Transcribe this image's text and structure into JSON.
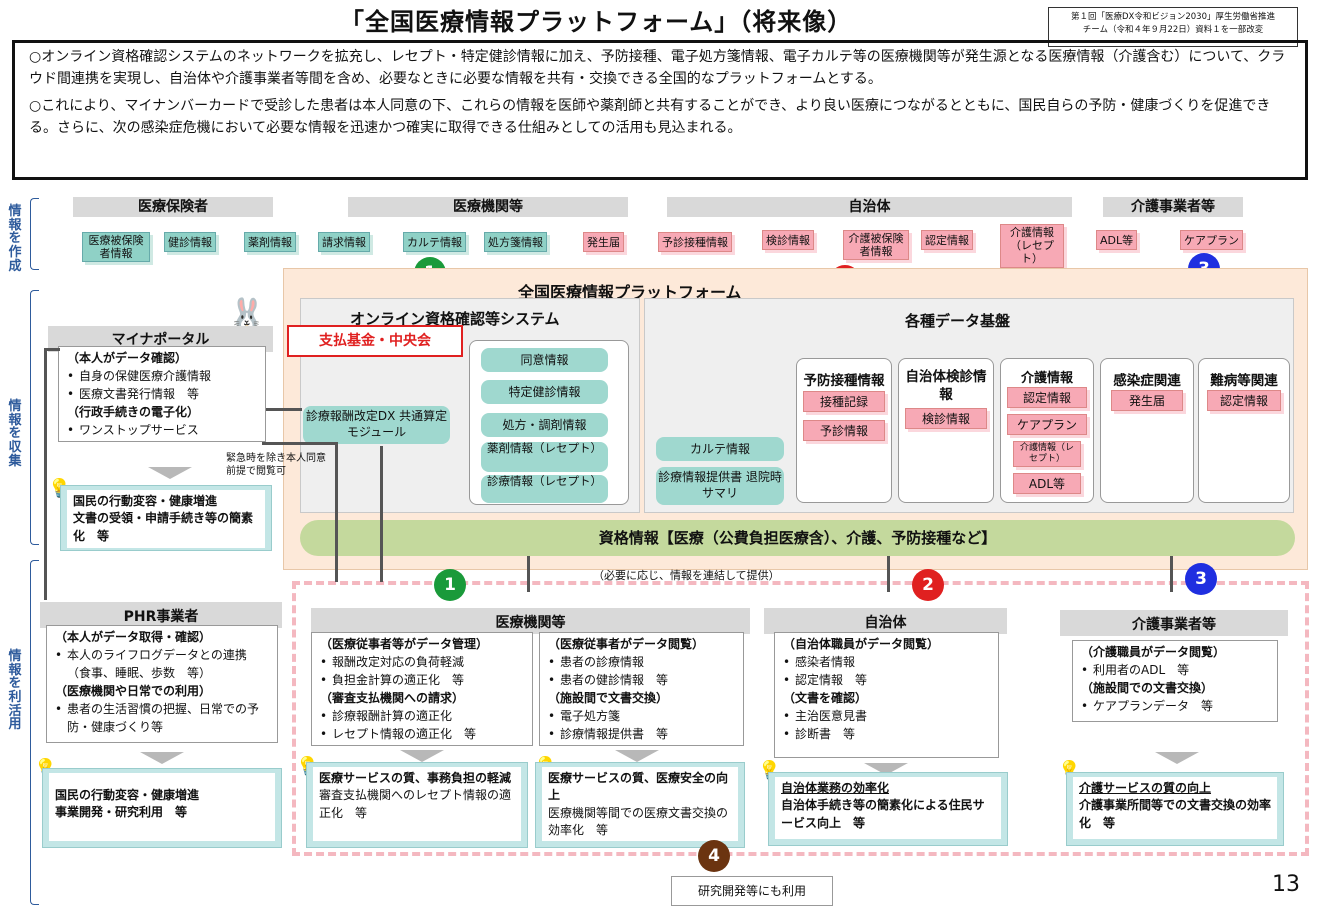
{
  "title": "「全国医療情報プラットフォーム」（将来像）",
  "meta": {
    "line1": "第１回「医療DX令和ビジョン2030」厚生労働省推進",
    "line2": "チーム（令和４年９月22日）資料１を一部改変"
  },
  "intro": {
    "p1": "○オンライン資格確認システムのネットワークを拡充し、レセプト・特定健診情報に加え、予防接種、電子処方箋情報、電子カルテ等の医療機関等が発生源となる医療情報（介護含む）について、クラウド間連携を実現し、自治体や介護事業者等間を含め、必要なときに必要な情報を共有・交換できる全国的なプラットフォームとする。",
    "p2": "○これにより、マイナンバーカードで受診した患者は本人同意の下、これらの情報を医師や薬剤師と共有することができ、より良い医療につながるとともに、国民自らの予防・健康づくりを促進できる。さらに、次の感染症危機において必要な情報を迅速かつ確実に取得できる仕組みとしての活用も見込まれる。"
  },
  "side": {
    "create": "情報を作成",
    "collect": "情報を収集",
    "use": "情報を利活用"
  },
  "sources": {
    "insurer": "医療保険者",
    "medical": "医療機関等",
    "local": "自治体",
    "care": "介護事業者等"
  },
  "tags": {
    "t1": "医療被保険者情報",
    "t2": "健診情報",
    "t3": "薬剤情報",
    "t4": "請求情報",
    "t5": "カルテ情報",
    "t6": "処方箋情報",
    "t7": "発生届",
    "p1": "予診接種情報",
    "p2": "検診情報",
    "p3": "介護被保険者情報",
    "p4": "認定情報",
    "p5": "介護情報（レセプト）",
    "c1": "ADL等",
    "c2": "ケアプラン"
  },
  "nums": {
    "n1": "1",
    "n2": "2",
    "n3": "3",
    "n4": "4"
  },
  "platform": {
    "title": "全国医療情報プラットフォーム",
    "online": "オンライン資格確認等システム",
    "fund": "支払基金・中央会",
    "module": "診療報酬改定DX 共通算定モジュール",
    "cyl": [
      "同意情報",
      "特定健診情報",
      "処方・調剤情報",
      "薬剤情報（レセプト）",
      "診療情報（レセプト）"
    ],
    "karte": "カルテ情報",
    "summary": "診療情報提供書 退院時サマリ",
    "base": "各種データ基盤",
    "b1": {
      "h": "予防接種情報",
      "a": "接種記録",
      "b": "予診情報"
    },
    "b2": {
      "h": "自治体検診情報",
      "a": "検診情報"
    },
    "b3": {
      "h": "介護情報",
      "a": "認定情報",
      "b": "ケアプラン",
      "c": "介護情報（レセプト）",
      "d": "ADL等"
    },
    "b4": {
      "h": "感染症関連",
      "a": "発生届"
    },
    "b5": {
      "h": "難病等関連",
      "a": "認定情報"
    },
    "qual": "資格情報【医療（公費負担医療含）、介護、予防接種など】",
    "note": "（必要に応じ、情報を連結して提供）"
  },
  "portal": {
    "title": "マイナポータル",
    "h1": "（本人がデータ確認）",
    "i1": "自身の保健医療介護情報",
    "i2": "医療文書発行情報　等",
    "h2": "（行政手続きの電子化）",
    "i3": "ワンストップサービス",
    "ben1": "国民の行動変容・健康増進",
    "ben2": "文書の受領・申請手続き等の簡素化　等",
    "emerg": "緊急時を除き本人同意前提で閲覧可"
  },
  "phr": {
    "title": "PHR事業者",
    "h1": "（本人がデータ取得・確認）",
    "i1": "本人のライフログデータとの連携（食事、睡眠、歩数　等）",
    "h2": "（医療機関や日常での利用）",
    "i2": "患者の生活習慣の把握、日常での予防・健康づくり等",
    "ben1": "国民の行動変容・健康増進",
    "ben2": "事業開発・研究利用　等"
  },
  "med": {
    "title": "医療機関等",
    "h1": "（医療従事者等がデータ管理）",
    "i1": "報酬改定対応の負荷軽減",
    "i2": "負担金計算の適正化　等",
    "h2": "（審査支払機関への請求）",
    "i3": "診療報酬計算の適正化",
    "i4": "レセプト情報の適正化　等",
    "h3": "（医療従事者がデータ閲覧）",
    "i5": "患者の診療情報",
    "i6": "患者の健診情報　等",
    "h4": "（施設間で文書交換）",
    "i7": "電子処方箋",
    "i8": "診療情報提供書　等",
    "ben1": "医療サービスの質、事務負担の軽減",
    "ben2": "審査支払機関へのレセプト情報の適正化　等",
    "ben3": "医療サービスの質、医療安全の向上",
    "ben4": "医療機関等間での医療文書交換の効率化　等"
  },
  "loc": {
    "title": "自治体",
    "h1": "（自治体職員がデータ閲覧）",
    "i1": "感染者情報",
    "i2": "認定情報　等",
    "h2": "（文書を確認）",
    "i3": "主治医意見書",
    "i4": "診断書　等",
    "ben1": "自治体業務の効率化",
    "ben2": "自治体手続き等の簡素化による住民サービス向上　等"
  },
  "care": {
    "title": "介護事業者等",
    "h1": "（介護職員がデータ閲覧）",
    "i1": "利用者のADL　等",
    "h2": "（施設間での文書交換）",
    "i2": "ケアプランデータ　等",
    "ben1": "介護サービスの質の向上",
    "ben2": "介護事業所間等での文書交換の効率化　等"
  },
  "research": "研究開発等にも利用",
  "page": "13"
}
